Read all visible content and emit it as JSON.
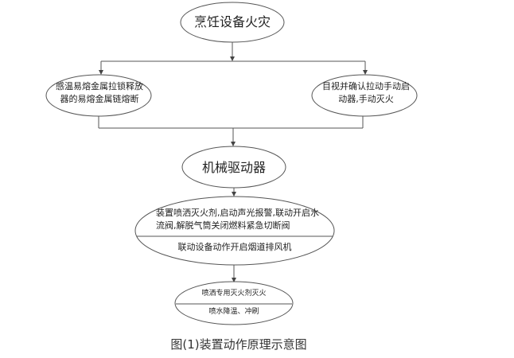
{
  "nodes": {
    "start": "烹饪设备火灾",
    "left": "感温易熔金属拉锁释放器的易熔金属链熔断",
    "right": "目视并确认拉动手动启动器,手动灭火",
    "driver": "机械驱动器",
    "action_top": "装置喷洒灭火剂,启动声光报警,联动开启水流阀,解脱气筒关闭燃料紧急切断阀",
    "action_bottom": "联动设备动作开启烟道排风机",
    "result_top": "喷洒专用灭火剂灭火",
    "result_bottom": "喷水降温、冲刷"
  },
  "caption": "图(1)装置动作原理示意图"
}
